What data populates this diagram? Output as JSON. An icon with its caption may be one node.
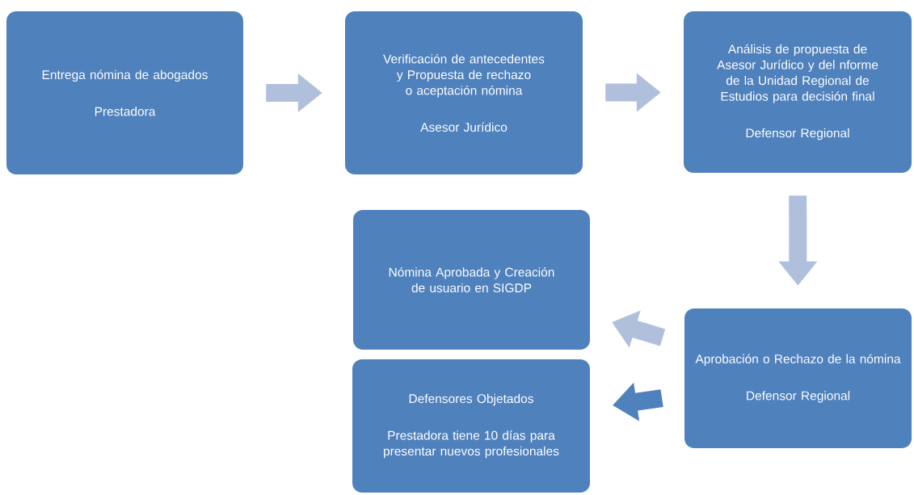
{
  "diagram": {
    "nodes": [
      {
        "text": [
          "Entrega nómina de abogados",
          "Prestadora"
        ]
      },
      {
        "text": [
          "Verificación de antecedentes y Propuesta de rechazo o aceptación nómina",
          "Asesor Jurídico"
        ]
      },
      {
        "text": [
          "Análisis de propuesta de Asesor Jurídico y del nforme de la Unidad Regional de Estudios para decisión final",
          "Defensor Regional"
        ]
      },
      {
        "text": [
          "Nómina Aprobada  y Creación de usuario en SIGDP"
        ]
      },
      {
        "text": [
          "Aprobación o Rechazo de la nómina",
          "Defensor Regional"
        ]
      },
      {
        "text": [
          "Defensores Objetados",
          "Prestadora tiene 10 días para presentar nuevos profesionales"
        ]
      }
    ],
    "edges": [
      {
        "from": 0,
        "to": 1,
        "arrow": "to"
      },
      {
        "from": 1,
        "to": 2,
        "arrow": "to"
      },
      {
        "from": 2,
        "to": 4,
        "arrow": "to"
      },
      {
        "from": 4,
        "to": 3,
        "arrow": "to"
      },
      {
        "from": 4,
        "to": 5,
        "arrow": "to",
        "color": "#4f81bd"
      }
    ]
  }
}
